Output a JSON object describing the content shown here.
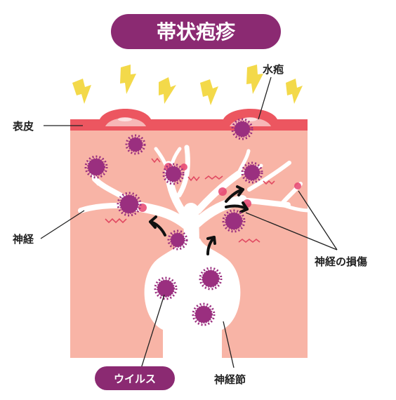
{
  "title": "帯状疱疹",
  "labels": {
    "epidermis": "表皮",
    "blister": "水疱",
    "nerve": "神経",
    "nerve_damage": "神経の損傷",
    "virus": "ウイルス",
    "ganglion": "神経節"
  },
  "icons": [
    "lightning-icon",
    "virus-icon",
    "arrow-icon"
  ],
  "colors": {
    "title_bg": "#8b2a72",
    "skin": "#f8b4a6",
    "epidermis": "#ec5660",
    "nerve": "#ffffff",
    "virus": "#9a2f7f",
    "lightning": "#f3d94a",
    "damage": "#e64470"
  }
}
